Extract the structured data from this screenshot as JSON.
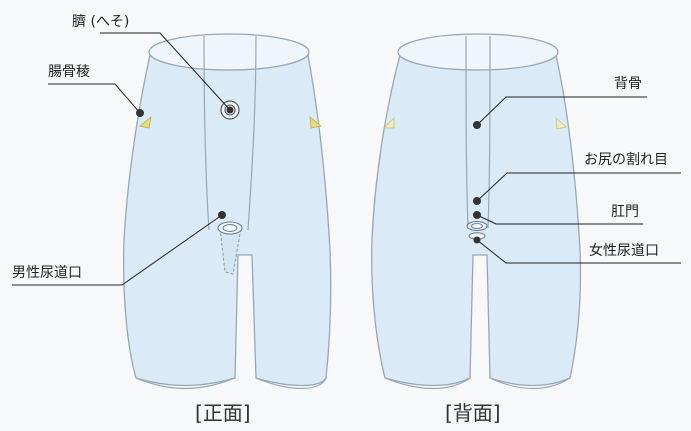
{
  "front": {
    "caption": "[正面]",
    "labels": {
      "navel": "臍 (へそ)",
      "iliac": "腸骨稜",
      "urethra": "男性尿道口"
    }
  },
  "back": {
    "caption": "[背面]",
    "labels": {
      "spine": "背骨",
      "cleft": "お尻の割れ目",
      "anus": "肛門",
      "urethra": "女性尿道口"
    }
  },
  "colors": {
    "garment_fill": "#daeaf6",
    "garment_stroke": "#9aa7b3",
    "marker_yellow": "#e9dc7a",
    "dot": "#333333"
  }
}
